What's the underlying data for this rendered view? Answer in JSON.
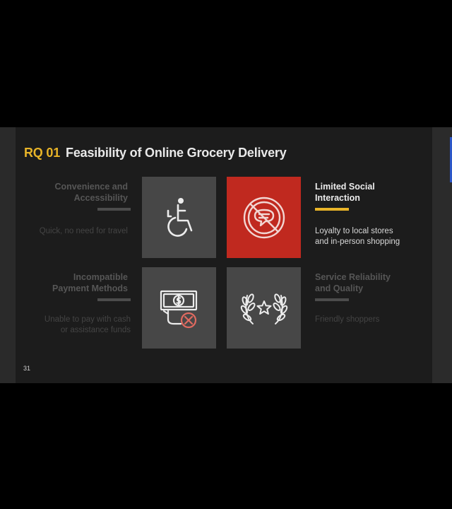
{
  "slide": {
    "title_prefix": "RQ 01",
    "title": "Feasibility of Online Grocery Delivery",
    "page_number": "31"
  },
  "quadrants": {
    "top_left": {
      "label_line1": "Convenience and",
      "label_line2": "Accessibility",
      "desc": "Quick, no need for travel"
    },
    "top_right": {
      "label_line1": "Limited Social",
      "label_line2": "Interaction",
      "desc_line1": "Loyalty to local stores",
      "desc_line2": "and in-person shopping"
    },
    "bottom_left": {
      "label_line1": "Incompatible",
      "label_line2": "Payment Methods",
      "desc_line1": "Unable to pay with cash",
      "desc_line2": "or assistance funds"
    },
    "bottom_right": {
      "label_line1": "Service Reliability",
      "label_line2": "and Quality",
      "desc": "Friendly shoppers"
    }
  },
  "icons": {
    "tile_top_left": "wheelchair-icon",
    "tile_top_right": "no-talking-icon",
    "tile_bottom_left": "cash-declined-icon",
    "tile_bottom_right": "laurel-star-icon"
  },
  "colors": {
    "accent_yellow": "#e8b428",
    "highlight_red": "#c0291f",
    "tile_gray": "#474747",
    "slide_bg": "#1c1c1c"
  }
}
